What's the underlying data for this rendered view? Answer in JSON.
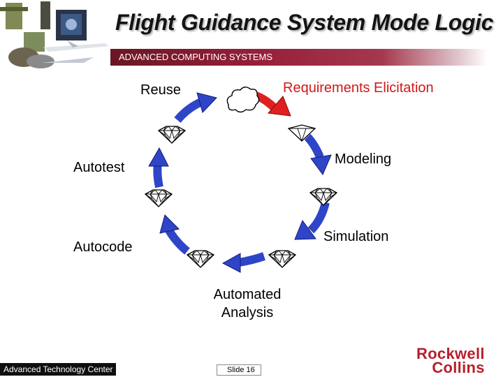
{
  "header": {
    "title": "Flight Guidance System Mode Logic",
    "banner": "ADVANCED COMPUTING SYSTEMS"
  },
  "cycle": {
    "requirements": "Requirements Elicitation",
    "modeling": "Modeling",
    "simulation": "Simulation",
    "analysis": "Automated Analysis",
    "autocode": "Autocode",
    "autotest": "Autotest",
    "reuse": "Reuse"
  },
  "footer": {
    "center": "Advanced Technology Center",
    "slide": "Slide 16",
    "logo": "Rockwell\nCollins"
  },
  "colors": {
    "arrow_blue": "#2e45c8",
    "arrow_red": "#e02020",
    "logo_red": "#b81f2d",
    "banner": "#96203a"
  }
}
